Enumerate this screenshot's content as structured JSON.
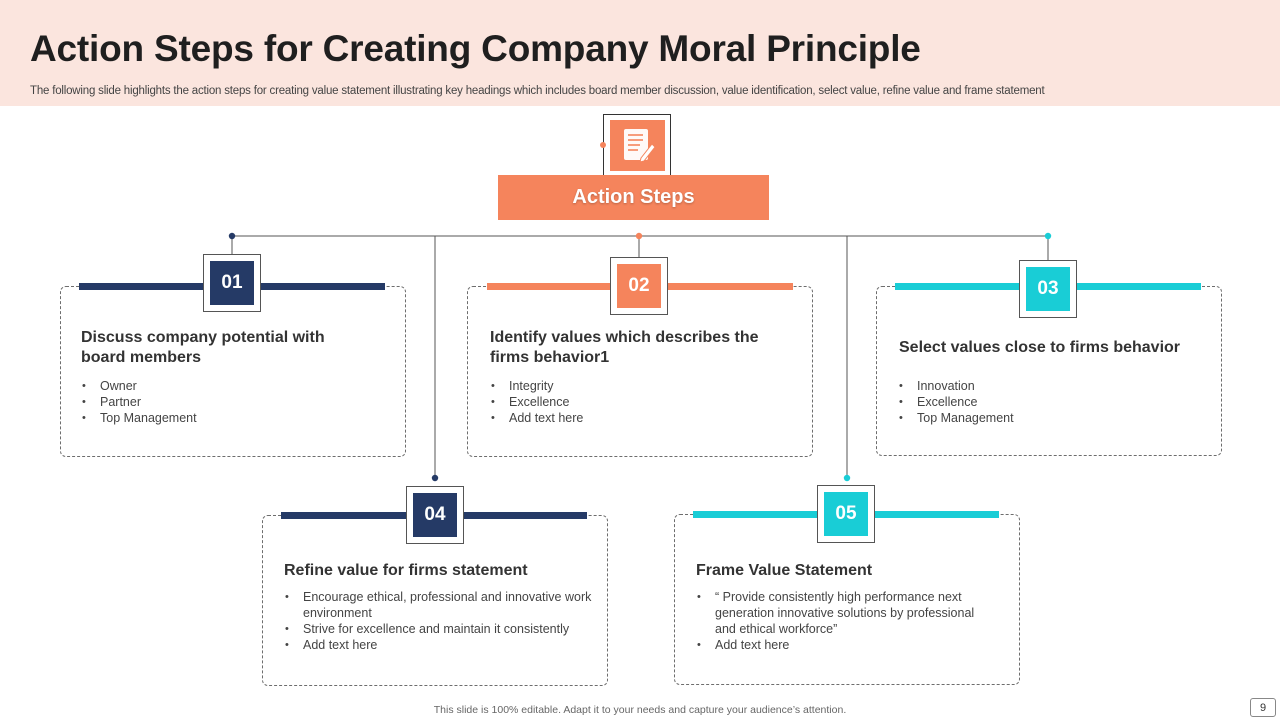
{
  "header": {
    "title": "Action Steps for Creating Company Moral Principle",
    "subtitle": "The following slide highlights the action steps for creating value statement illustrating key headings which includes board member discussion, value identification, select value, refine value and frame statement"
  },
  "center": {
    "icon": "document-pencil-icon",
    "label": "Action Steps"
  },
  "colors": {
    "navy": "#253a66",
    "coral": "#f5845c",
    "cyan": "#19cdd6",
    "header_bg": "#fbe5de"
  },
  "steps": [
    {
      "number": "01",
      "color": "navy",
      "title": "Discuss company potential with board members",
      "items": [
        "Owner",
        "Partner",
        "Top Management"
      ]
    },
    {
      "number": "02",
      "color": "coral",
      "title": "Identify values which describes the firms behavior1",
      "items": [
        "Integrity",
        "Excellence",
        "Add text here"
      ]
    },
    {
      "number": "03",
      "color": "cyan",
      "title": "Select values close to firms behavior",
      "items": [
        "Innovation",
        "Excellence",
        "Top Management"
      ]
    },
    {
      "number": "04",
      "color": "navy",
      "title": "Refine value for firms statement",
      "items": [
        "Encourage ethical, professional and innovative work environment",
        "Strive for excellence and maintain it consistently",
        "Add text here"
      ]
    },
    {
      "number": "05",
      "color": "cyan",
      "title": "Frame Value Statement",
      "items": [
        "“ Provide consistently high performance next generation innovative solutions by professional and ethical workforce”",
        "Add text here"
      ]
    }
  ],
  "footer": {
    "note": "This slide is 100% editable. Adapt it to your needs and capture your audience’s attention.",
    "page_number": "9"
  }
}
